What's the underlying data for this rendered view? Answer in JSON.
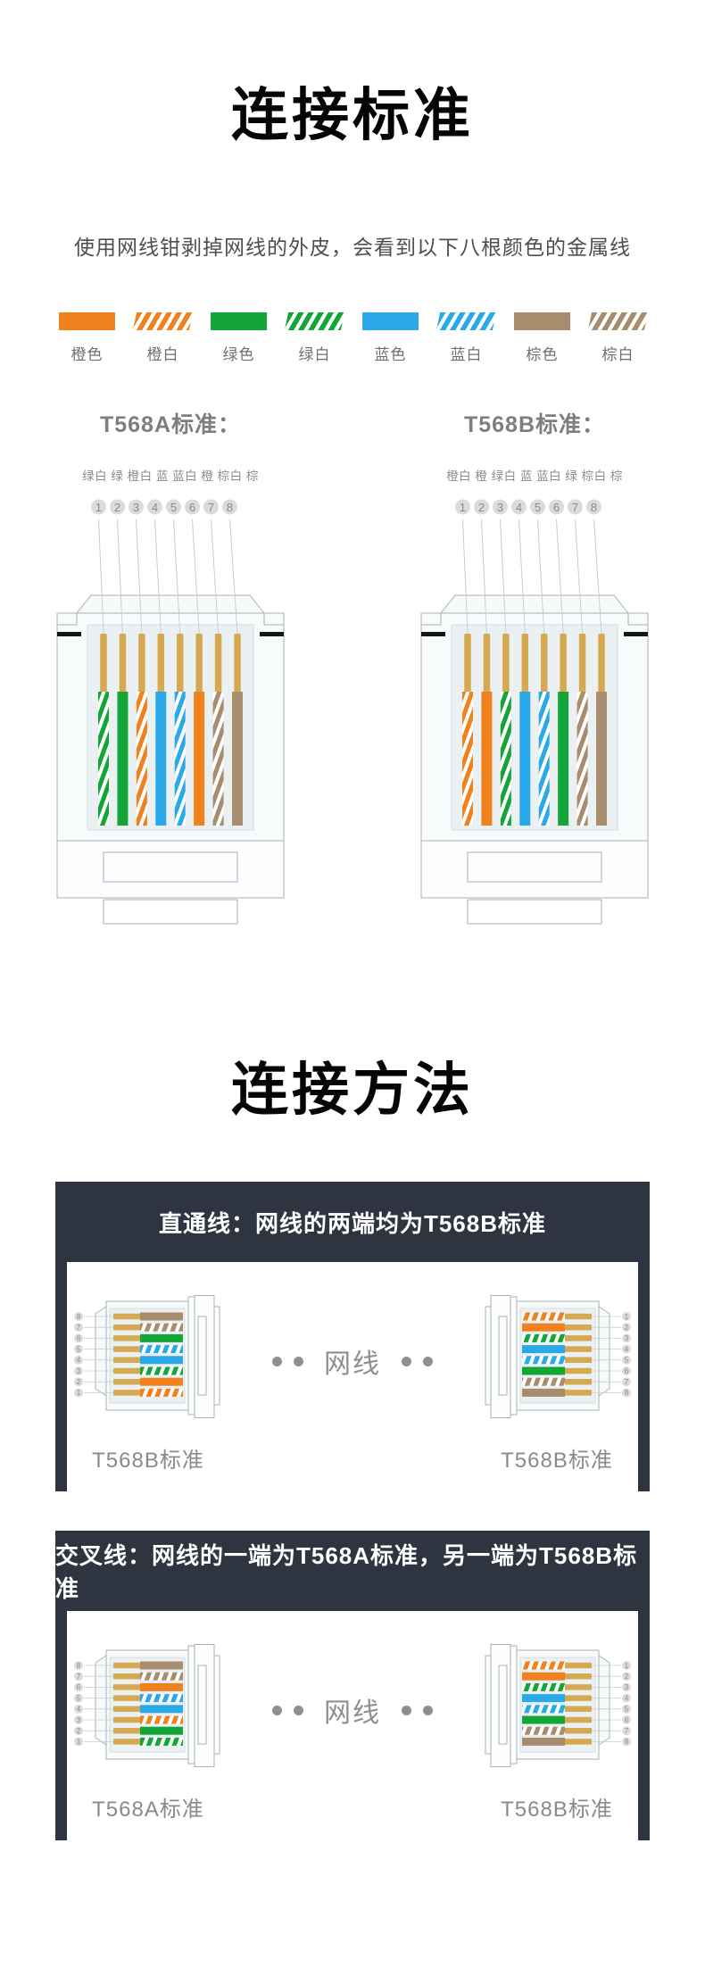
{
  "sections": {
    "standard": {
      "title": "连接标准",
      "subtitle": "使用网线钳剥掉网线的外皮，会看到以下八根颜色的金属线"
    },
    "method": {
      "title": "连接方法"
    }
  },
  "colors": {
    "orange": "#F0811F",
    "green": "#13A538",
    "blue": "#2AA9E8",
    "brown": "#A78C6D",
    "gold": "#D5A952",
    "panel_dark": "#2E3540",
    "outline": "#A9B0B5",
    "leader_line": "#C7CDD0",
    "circle_bg": "#DBDBDB",
    "gray_text": "#8A8A8A",
    "black_latch": "#161616"
  },
  "legend": [
    {
      "label": "橙色",
      "color": "orange",
      "striped": false
    },
    {
      "label": "橙白",
      "color": "orange",
      "striped": true
    },
    {
      "label": "绿色",
      "color": "green",
      "striped": false
    },
    {
      "label": "绿白",
      "color": "green",
      "striped": true
    },
    {
      "label": "蓝色",
      "color": "blue",
      "striped": false
    },
    {
      "label": "蓝白",
      "color": "blue",
      "striped": true
    },
    {
      "label": "棕色",
      "color": "brown",
      "striped": false
    },
    {
      "label": "棕白",
      "color": "brown",
      "striped": true
    }
  ],
  "standards": [
    {
      "title": "T568A标准：",
      "wire_names": [
        "绿白",
        "绿",
        "橙白",
        "蓝",
        "蓝白",
        "橙",
        "棕白",
        "棕"
      ],
      "pins": [
        "1",
        "2",
        "3",
        "4",
        "5",
        "6",
        "7",
        "8"
      ],
      "wires": [
        "green-white",
        "green",
        "orange-white",
        "blue",
        "blue-white",
        "orange",
        "brown-white",
        "brown"
      ]
    },
    {
      "title": "T568B标准：",
      "wire_names": [
        "橙白",
        "橙",
        "绿白",
        "蓝",
        "蓝白",
        "绿",
        "棕白",
        "棕"
      ],
      "pins": [
        "1",
        "2",
        "3",
        "4",
        "5",
        "6",
        "7",
        "8"
      ],
      "wires": [
        "orange-white",
        "orange",
        "green-white",
        "blue",
        "blue-white",
        "green",
        "brown-white",
        "brown"
      ]
    }
  ],
  "methods": [
    {
      "header": "直通线：网线的两端均为T568B标准",
      "cable_label": "网线",
      "left": {
        "label": "T568B标准",
        "standard": 1
      },
      "right": {
        "label": "T568B标准",
        "standard": 1
      }
    },
    {
      "header": "交叉线：网线的一端为T568A标准，另一端为T568B标准",
      "cable_label": "网线",
      "left": {
        "label": "T568A标准",
        "standard": 0
      },
      "right": {
        "label": "T568B标准",
        "standard": 1
      }
    }
  ]
}
